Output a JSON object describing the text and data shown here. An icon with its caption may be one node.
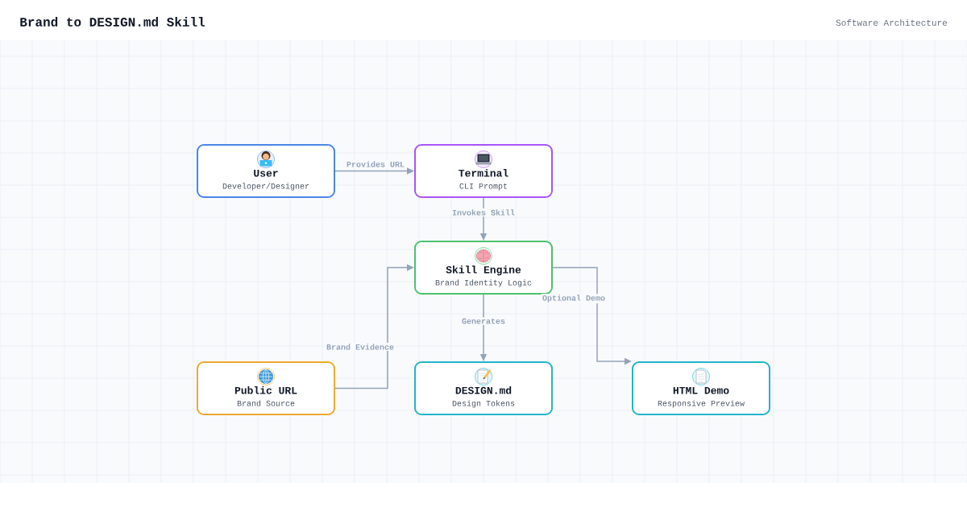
{
  "diagram": {
    "title": "Brand to DESIGN.md Skill",
    "nodes": [
      {
        "text": [
          "User",
          "Developer/Designer"
        ]
      },
      {
        "text": [
          "Terminal",
          "CLI Prompt"
        ]
      },
      {
        "text": [
          "Skill Engine",
          "Brand Identity Logic"
        ]
      },
      {
        "text": [
          "Public URL",
          "Brand Source"
        ]
      },
      {
        "text": [
          "DESIGN.md",
          "Design Tokens"
        ]
      },
      {
        "text": [
          "HTML Demo",
          "Responsive Preview"
        ]
      }
    ],
    "edges": [
      {
        "from": 0,
        "to": 1,
        "arrow": "to",
        "label": "Provides URL"
      },
      {
        "from": 1,
        "to": 2,
        "arrow": "to",
        "label": "Invokes Skill"
      },
      {
        "from": 3,
        "to": 2,
        "arrow": "to",
        "label": "Brand Evidence"
      },
      {
        "from": 2,
        "to": 4,
        "arrow": "to",
        "label": "Generates"
      },
      {
        "from": 2,
        "to": 5,
        "arrow": "to",
        "label": "Optional Demo"
      }
    ],
    "labels": [
      "Software Architecture"
    ]
  }
}
